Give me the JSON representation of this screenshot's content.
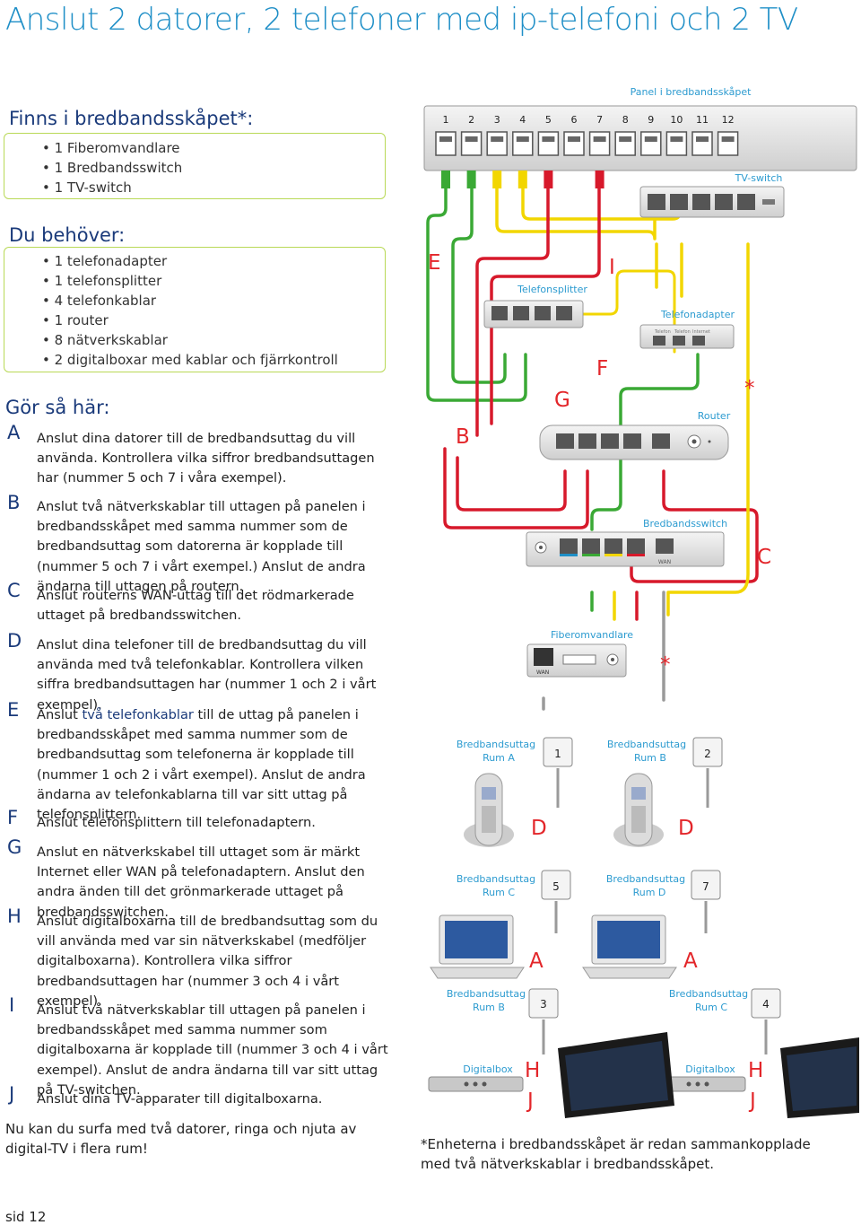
{
  "title": "Anslut 2 datorer, 2 telefoner med ip-telefoni och 2 TV",
  "finns": {
    "heading": "Finns i bredbandsskåpet*:",
    "items": [
      "1 Fiberomvandlare",
      "1 Bredbandsswitch",
      "1 TV-switch"
    ]
  },
  "behover": {
    "heading": "Du behöver:",
    "items": [
      "1 telefonadapter",
      "1 telefonsplitter",
      "4 telefonkablar",
      "1 router",
      "8 nätverkskablar",
      "2 digitalboxar med kablar och fjärrkontroll"
    ]
  },
  "gor": {
    "heading": "Gör så här:",
    "steps": [
      {
        "letter": "A",
        "text": "Anslut dina datorer till de bredbandsuttag du vill använda. Kontrollera  vilka siffror bredbandsuttagen har (nummer 5 och 7 i våra exempel)."
      },
      {
        "letter": "B",
        "text": "Anslut två nätverkskablar till uttagen på panelen i bredbandsskåpet med samma nummer som de bredbandsuttag som datorerna är kopplade till (nummer 5 och 7 i vårt exempel.) Anslut de andra ändarna till uttagen på routern."
      },
      {
        "letter": "C",
        "text": "Anslut routerns WAN-uttag till det rödmarkerade uttaget på bredbandsswitchen."
      },
      {
        "letter": "D",
        "text": "Anslut dina telefoner till de bredbandsuttag du vill använda med två telefonkablar. Kontrollera vilken siffra bredbandsuttagen har (nummer 1 och 2 i vårt exempel)."
      },
      {
        "letter": "E",
        "text_pre": "Anslut ",
        "text_em": "två telefonkablar",
        "text_post": " till de uttag på panelen i bredbandsskåpet med samma nummer som de bredbandsuttag som telefonerna är kopplade till (nummer 1 och 2 i vårt exempel). Anslut de andra ändarna av telefonkablarna till var sitt uttag på telefonsplittern."
      },
      {
        "letter": "F",
        "text": "Anslut telefonsplittern till telefonadaptern."
      },
      {
        "letter": "G",
        "text": "Anslut en nätverkskabel till uttaget som är märkt Internet eller WAN på telefonadaptern. Anslut den andra änden till det grönmarkerade uttaget på bredbandsswitchen."
      },
      {
        "letter": "H",
        "text": "Anslut digitalboxarna till de bredbandsuttag som du vill använda med var sin nätverkskabel (medföljer digitalboxarna). Kontrollera vilka siffror bredbandsuttagen har (nummer 3 och 4 i vårt exempel)."
      },
      {
        "letter": "I",
        "text": "Anslut två nätverkskablar till uttagen på panelen i bredbandsskåpet med samma nummer som digitalboxarna är kopplade till (nummer 3 och 4 i vårt exempel). Anslut de andra ändarna till var sitt uttag på TV-switchen."
      },
      {
        "letter": "J",
        "text": "Anslut dina TV-apparater till digitalboxarna."
      }
    ]
  },
  "closing": "Nu kan du surfa med två datorer, ringa och njuta av digital-TV i flera rum!",
  "footnote": "*Enheterna i bredbandsskåpet är redan sammankopplade med två nätverkskablar i bredbandsskåpet.",
  "page_number": "sid 12",
  "diagram": {
    "panel_label": "Panel i bredbandsskåpet",
    "panel_ports": [
      "1",
      "2",
      "3",
      "4",
      "5",
      "6",
      "7",
      "8",
      "9",
      "10",
      "11",
      "12"
    ],
    "tvswitch_label": "TV-switch",
    "telefonsplitter_label": "Telefonsplitter",
    "telefonadapter_label": "Telefonadapter",
    "adapter_ports": [
      "Telefon",
      "Telefon",
      "Internet"
    ],
    "router_label": "Router",
    "bredbandsswitch_label": "Bredbandsswitch",
    "wan_label": "WAN",
    "fiber_label": "Fiberomvandlare",
    "fiber_wan": "WAN",
    "outlets": [
      {
        "title": "Bredbandsuttag",
        "room": "Rum A",
        "num": "1"
      },
      {
        "title": "Bredbandsuttag",
        "room": "Rum B",
        "num": "2"
      },
      {
        "title": "Bredbandsuttag",
        "room": "Rum C",
        "num": "5"
      },
      {
        "title": "Bredbandsuttag",
        "room": "Rum D",
        "num": "7"
      },
      {
        "title": "Bredbandsuttag",
        "room": "Rum B",
        "num": "3"
      },
      {
        "title": "Bredbandsuttag",
        "room": "Rum C",
        "num": "4"
      }
    ],
    "digitalbox_label": "Digitalbox",
    "letters": {
      "E": "E",
      "I": "I",
      "F": "F",
      "G": "G",
      "B": "B",
      "C": "C",
      "D": "D",
      "A": "A",
      "H": "H",
      "J": "J",
      "star": "*"
    }
  },
  "colors": {
    "green": "#3aa935",
    "yellow": "#f2d600",
    "red": "#d7192b",
    "grey": "#9a9a9a",
    "accent": "#1f8fc7",
    "letter_red": "#e3262a",
    "navy": "#1a3a7a"
  }
}
